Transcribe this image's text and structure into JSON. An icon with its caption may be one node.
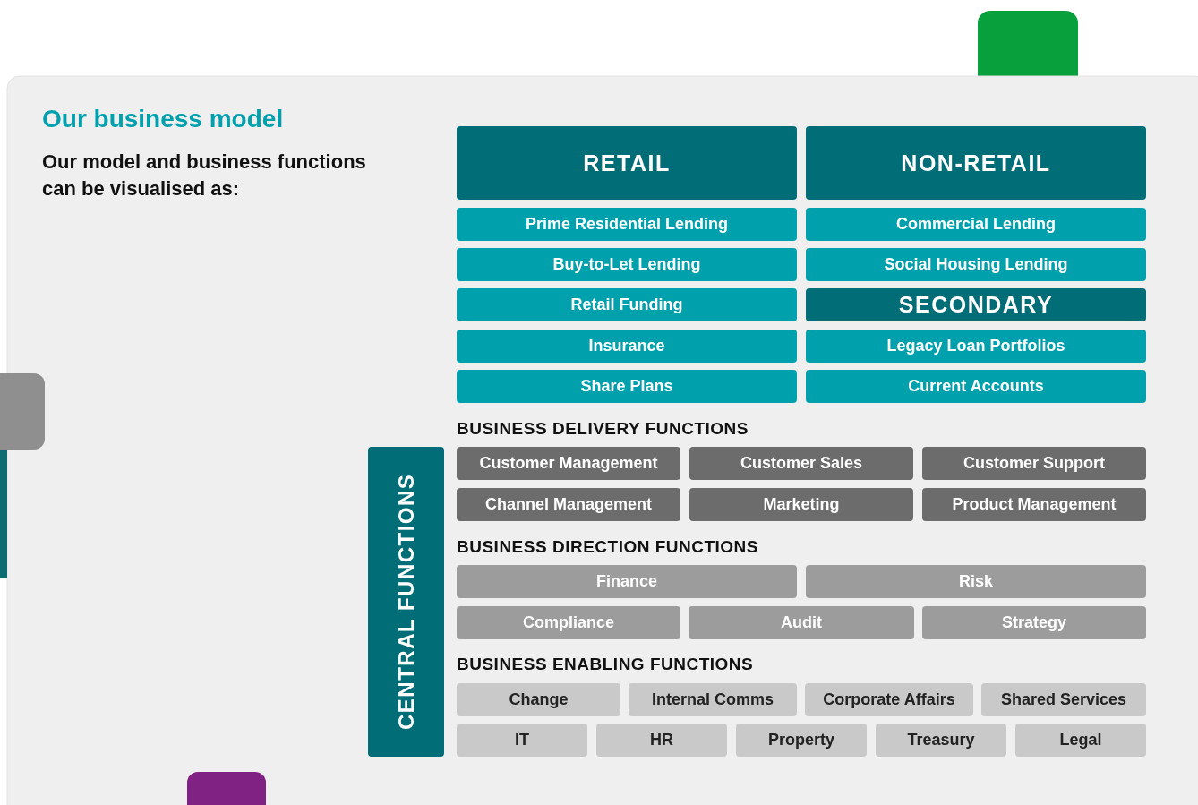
{
  "diagram": {
    "title": "Our business model",
    "nodes": [
      {
        "text": [
          "RETAIL"
        ]
      },
      {
        "text": [
          "NON-RETAIL"
        ]
      },
      {
        "text": [
          "Prime Residential Lending"
        ]
      },
      {
        "text": [
          "Commercial Lending"
        ]
      },
      {
        "text": [
          "Buy-to-Let Lending"
        ]
      },
      {
        "text": [
          "Social Housing Lending"
        ]
      },
      {
        "text": [
          "Retail Funding"
        ]
      },
      {
        "text": [
          "SECONDARY"
        ]
      },
      {
        "text": [
          "Insurance"
        ]
      },
      {
        "text": [
          "Legacy Loan Portfolios"
        ]
      },
      {
        "text": [
          "Share Plans"
        ]
      },
      {
        "text": [
          "Current Accounts"
        ]
      },
      {
        "text": [
          "CENTRAL FUNCTIONS"
        ]
      },
      {
        "text": [
          "Customer Management"
        ]
      },
      {
        "text": [
          "Customer Sales"
        ]
      },
      {
        "text": [
          "Customer Support"
        ]
      },
      {
        "text": [
          "Channel Management"
        ]
      },
      {
        "text": [
          "Marketing"
        ]
      },
      {
        "text": [
          "Product Management"
        ]
      },
      {
        "text": [
          "Finance"
        ]
      },
      {
        "text": [
          "Risk"
        ]
      },
      {
        "text": [
          "Compliance"
        ]
      },
      {
        "text": [
          "Audit"
        ]
      },
      {
        "text": [
          "Strategy"
        ]
      },
      {
        "text": [
          "Change"
        ]
      },
      {
        "text": [
          "Internal Comms"
        ]
      },
      {
        "text": [
          "Corporate Affairs"
        ]
      },
      {
        "text": [
          "Shared Services"
        ]
      },
      {
        "text": [
          "IT"
        ]
      },
      {
        "text": [
          "HR"
        ]
      },
      {
        "text": [
          "Property"
        ]
      },
      {
        "text": [
          "Treasury"
        ]
      },
      {
        "text": [
          "Legal"
        ]
      }
    ],
    "labels": [
      "Our model and business functions can be visualised as:",
      "BUSINESS DELIVERY FUNCTIONS",
      "BUSINESS DIRECTION FUNCTIONS",
      "BUSINESS ENABLING FUNCTIONS"
    ]
  }
}
